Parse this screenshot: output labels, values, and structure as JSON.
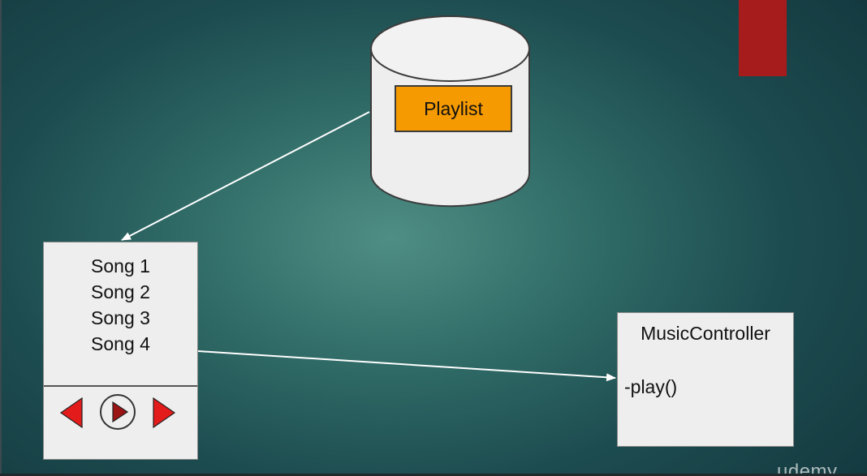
{
  "diagram": {
    "playlist_label": "Playlist",
    "songs": [
      "Song 1",
      "Song 2",
      "Song 3",
      "Song 4"
    ],
    "controls": [
      {
        "icon": "previous-icon"
      },
      {
        "icon": "play-icon"
      },
      {
        "icon": "next-icon"
      }
    ],
    "controller": {
      "title": "MusicController",
      "method": "-play()"
    }
  },
  "watermark": "udemy",
  "colors": {
    "playlist_fill": "#f59a00",
    "accent_red": "#a61c1c",
    "control_red": "#e31b1b",
    "panel_fill": "#eeeeee"
  }
}
